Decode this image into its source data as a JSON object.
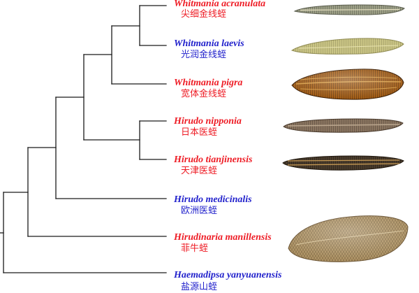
{
  "colors": {
    "red": "#ee1c25",
    "blue": "#2222cc",
    "line": "#1a1a1a"
  },
  "taxa": [
    {
      "scientific": "Whitmania acranulata",
      "chinese": "尖细金线蛭",
      "color": "red",
      "specimen": {
        "body": "#9c9f86",
        "dark": "#5f6252",
        "stripe": "#e7e1c2"
      }
    },
    {
      "scientific": "Whitmania laevis",
      "chinese": "光润金线蛭",
      "color": "blue",
      "specimen": {
        "body": "#c9c484",
        "dark": "#948f56",
        "stripe": "#e9e4b0"
      }
    },
    {
      "scientific": "Whitmania pigra",
      "chinese": "宽体金线蛭",
      "color": "red",
      "specimen": {
        "body": "#a35e18",
        "dark": "#3d1f05",
        "stripe": "#d49a44"
      }
    },
    {
      "scientific": "Hirudo nipponia",
      "chinese": "日本医蛭",
      "color": "red",
      "specimen": {
        "body": "#8a7560",
        "dark": "#4a3a2c",
        "stripe": "#b9a58d"
      }
    },
    {
      "scientific": "Hirudo tianjinensis",
      "chinese": "天津医蛭",
      "color": "red",
      "specimen": {
        "body": "#4a3c2c",
        "dark": "#22190f",
        "stripe": "#c79a55"
      }
    },
    {
      "scientific": "Hirudo medicinalis",
      "chinese": "欧洲医蛭",
      "color": "blue",
      "specimen": null
    },
    {
      "scientific": "Hirudinaria manillensis",
      "chinese": "菲牛蛭",
      "color": "red",
      "specimen": {
        "body": "#b19668",
        "dark": "#6d5636",
        "stripe": "#d8c49a"
      }
    },
    {
      "scientific": "Haemadipsa yanyuanensis",
      "chinese": "盐源山蛭",
      "color": "blue",
      "specimen": null
    }
  ]
}
